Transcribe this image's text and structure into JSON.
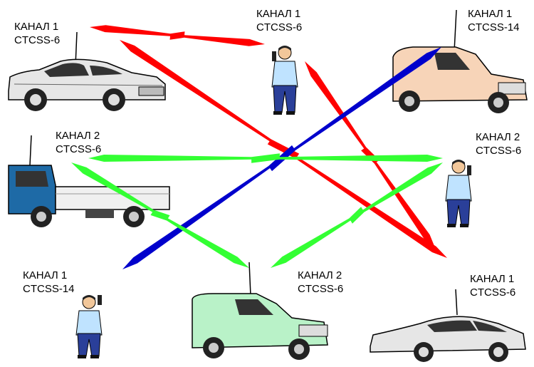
{
  "stations": [
    {
      "id": "car-top-left",
      "channel": "КАНАЛ 1",
      "tone": "CTCSS-6"
    },
    {
      "id": "man-top-center",
      "channel": "КАНАЛ 1",
      "tone": "CTCSS-6"
    },
    {
      "id": "van-top-right",
      "channel": "КАНАЛ 1",
      "tone": "CTCSS-14"
    },
    {
      "id": "truck-middle-left",
      "channel": "КАНАЛ 2",
      "tone": "CTCSS-6"
    },
    {
      "id": "man-middle-right",
      "channel": "КАНАЛ 2",
      "tone": "CTCSS-6"
    },
    {
      "id": "man-bottom-left",
      "channel": "КАНАЛ 1",
      "tone": "CTCSS-14"
    },
    {
      "id": "van-bottom-center",
      "channel": "КАНАЛ 2",
      "tone": "CTCSS-6"
    },
    {
      "id": "car-bottom-right",
      "channel": "КАНАЛ 1",
      "tone": "CTCSS-6"
    }
  ],
  "colors": {
    "channel1_ctcss6": "#ff0000",
    "channel1_ctcss14": "#0000cc",
    "channel2_ctcss6": "#33ff33"
  }
}
